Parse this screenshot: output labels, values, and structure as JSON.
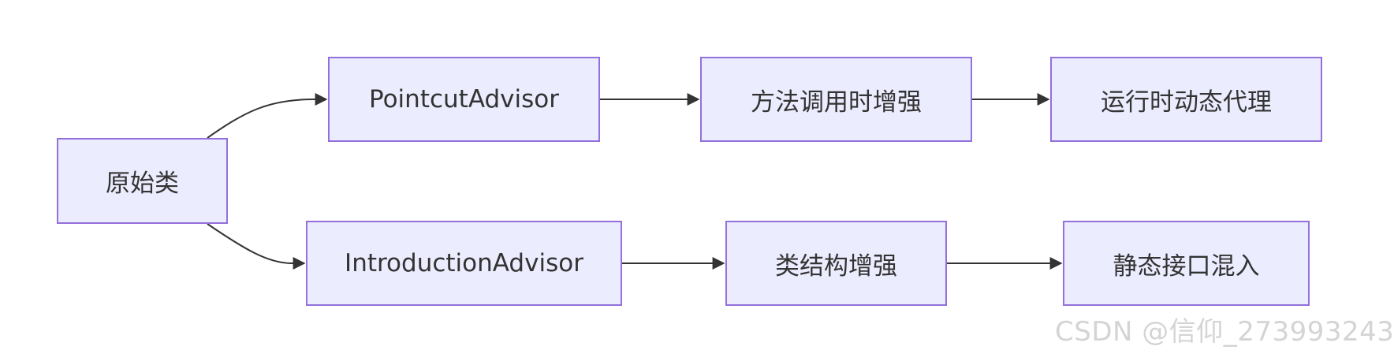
{
  "nodes": {
    "source_class": "原始类",
    "pointcut_advisor": "PointcutAdvisor",
    "method_call_enhance": "方法调用时增强",
    "runtime_dynamic_proxy": "运行时动态代理",
    "introduction_advisor": "IntroductionAdvisor",
    "class_structure_enhance": "类结构增强",
    "static_interface_mixin": "静态接口混入"
  },
  "watermark": "CSDN @信仰_273993243",
  "colors": {
    "node_fill": "#ececff",
    "node_border": "#9370db",
    "edge": "#333333",
    "text": "#333333",
    "watermark": "#d4d4d4"
  }
}
